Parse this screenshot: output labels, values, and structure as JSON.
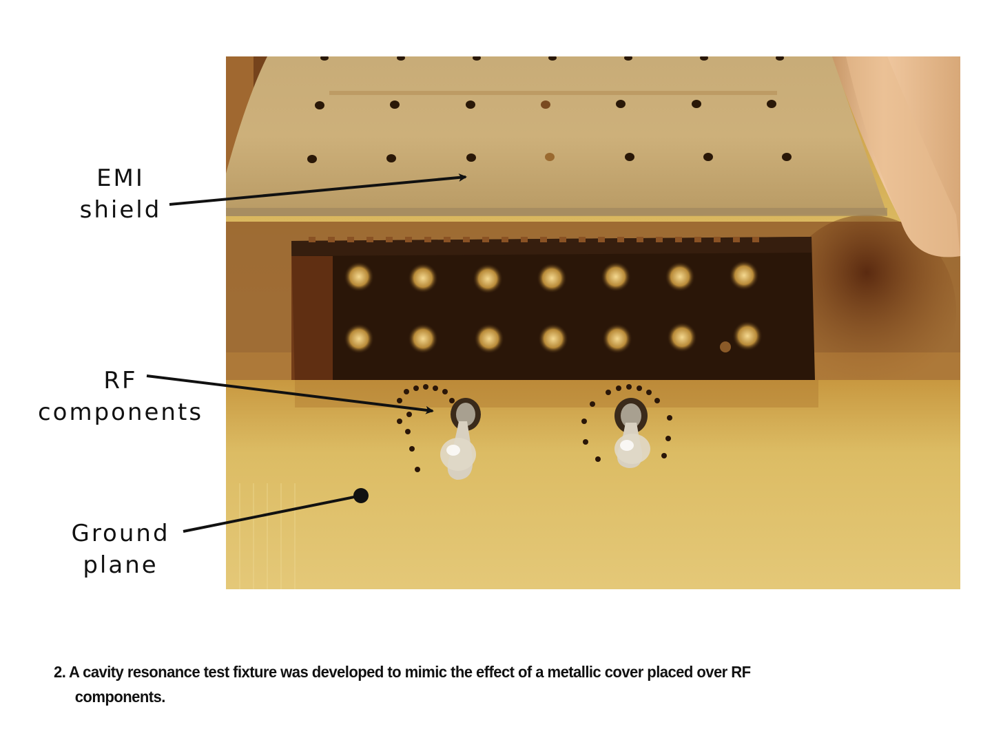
{
  "figure": {
    "number": "2.",
    "caption_line1": "A cavity resonance test fixture was developed to mimic the effect of a metallic cover placed over RF",
    "caption_line2": "components.",
    "image_description": "Photo of a cavity resonance test fixture: a perforated EMI shield held above a PCB with RF components on a gold ground plane",
    "callouts": [
      {
        "id": "emi-shield",
        "line1": "EMI",
        "line2": "shield",
        "pointer": "arrow"
      },
      {
        "id": "rf-components",
        "line1": "RF",
        "line2": "components",
        "pointer": "arrow"
      },
      {
        "id": "ground-plane",
        "line1": "Ground",
        "line2": "plane",
        "pointer": "dot"
      }
    ],
    "colors": {
      "shield": "#c8a870",
      "pcb_dark": "#2a1608",
      "ground_plane": "#dcc070",
      "skin": "#e8b888",
      "annotation": "#111111"
    }
  }
}
